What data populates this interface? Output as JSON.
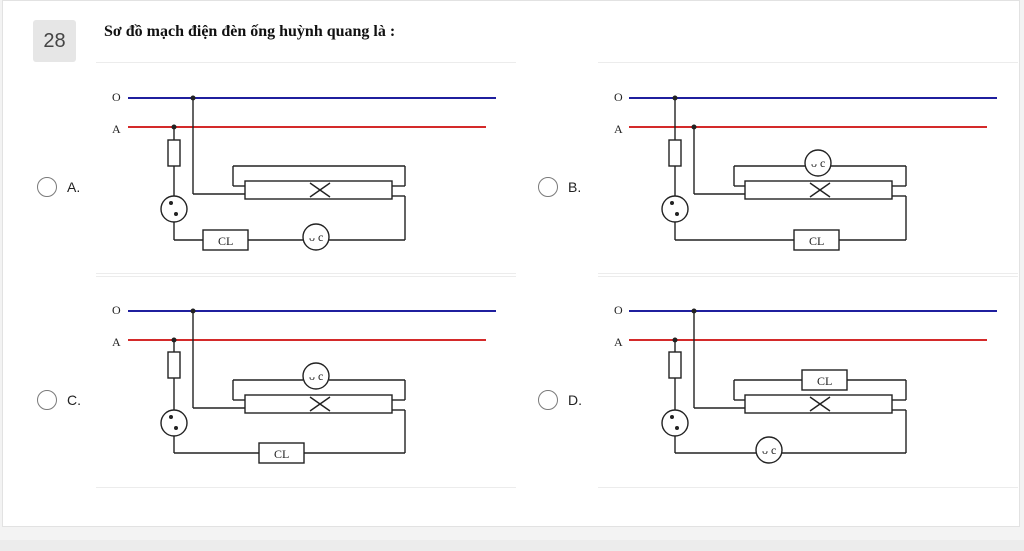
{
  "question": {
    "number": "28",
    "text": "Sơ đồ mạch điện đèn ống huỳnh quang là :"
  },
  "options": [
    {
      "letter": "A.",
      "line_o": "O",
      "line_a": "A",
      "ballast": "CL"
    },
    {
      "letter": "B.",
      "line_o": "O",
      "line_a": "A",
      "ballast": "CL"
    },
    {
      "letter": "C.",
      "line_o": "O",
      "line_a": "A",
      "ballast": "CL"
    },
    {
      "letter": "D.",
      "line_o": "O",
      "line_a": "A",
      "ballast": "CL"
    }
  ],
  "colors": {
    "neutral_line": "#1f1f9e",
    "live_line": "#d42a2a",
    "wire": "#222222"
  }
}
